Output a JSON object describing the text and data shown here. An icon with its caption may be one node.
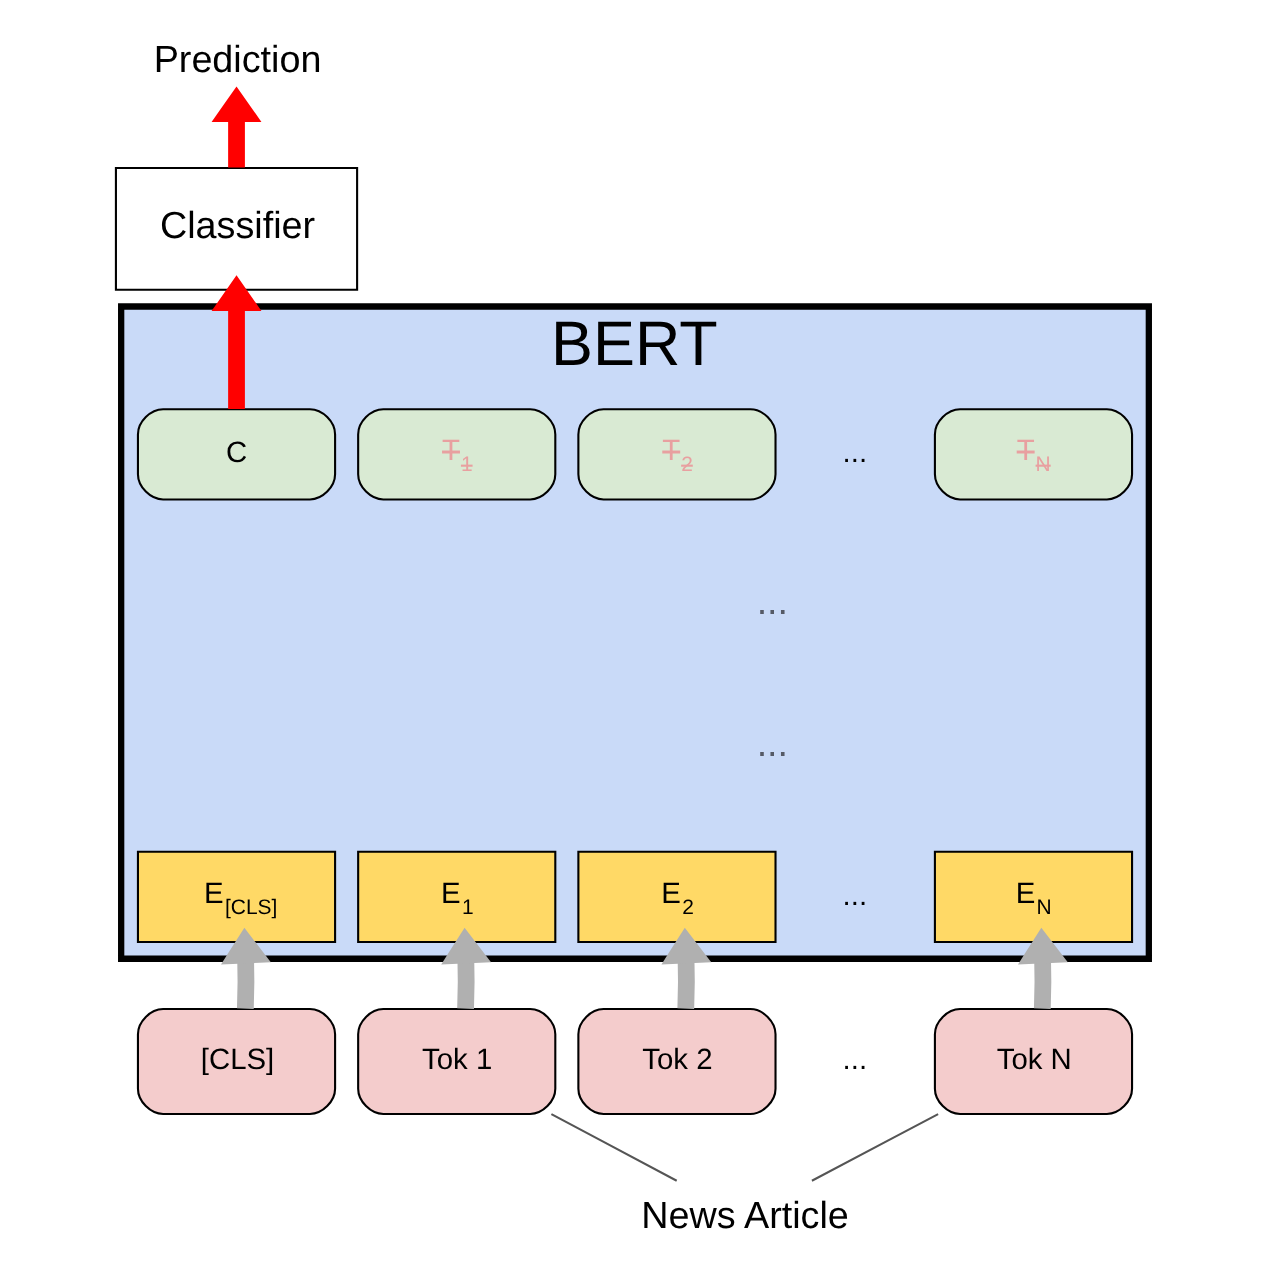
{
  "diagram": {
    "nodes": [
      {
        "text": [
          "Prediction"
        ]
      },
      {
        "text": [
          "Classifier"
        ]
      },
      {
        "text": [
          "BERT"
        ]
      },
      {
        "text": [
          "C"
        ],
        "in": 2
      },
      {
        "text": [
          "T$_{1}$"
        ],
        "in": 2
      },
      {
        "text": [
          "T$_{2}$"
        ],
        "in": 2
      },
      {
        "text": [
          "T$_{N}$"
        ],
        "in": 2
      },
      {
        "text": [
          "E$_{[CLS]}$"
        ],
        "in": 2
      },
      {
        "text": [
          "E$_{1}$"
        ],
        "in": 2
      },
      {
        "text": [
          "E$_{2}$"
        ],
        "in": 2
      },
      {
        "text": [
          "E$_{N}$"
        ],
        "in": 2
      },
      {
        "text": [
          "[CLS]"
        ]
      },
      {
        "text": [
          "Tok 1"
        ]
      },
      {
        "text": [
          "Tok 2"
        ]
      },
      {
        "text": [
          "Tok N"
        ]
      },
      {
        "text": [
          "News Article"
        ]
      }
    ],
    "edges": [
      {
        "from": 1,
        "to": 0,
        "arrow": "to",
        "color": "#ff0000"
      },
      {
        "from": 3,
        "to": 1,
        "arrow": "to",
        "color": "#ff0000"
      },
      {
        "from": 11,
        "to": 7,
        "arrow": "to"
      },
      {
        "from": 12,
        "to": 8,
        "arrow": "to"
      },
      {
        "from": 13,
        "to": 9,
        "arrow": "to"
      },
      {
        "from": 14,
        "to": 10,
        "arrow": "to"
      },
      {
        "from": 15,
        "to": 12,
        "arrow": "none",
        "color": "#555555"
      },
      {
        "from": 15,
        "to": 14,
        "arrow": "none",
        "color": "#555555"
      }
    ],
    "labels": [
      "...",
      "...",
      "...",
      "...",
      "..."
    ]
  }
}
